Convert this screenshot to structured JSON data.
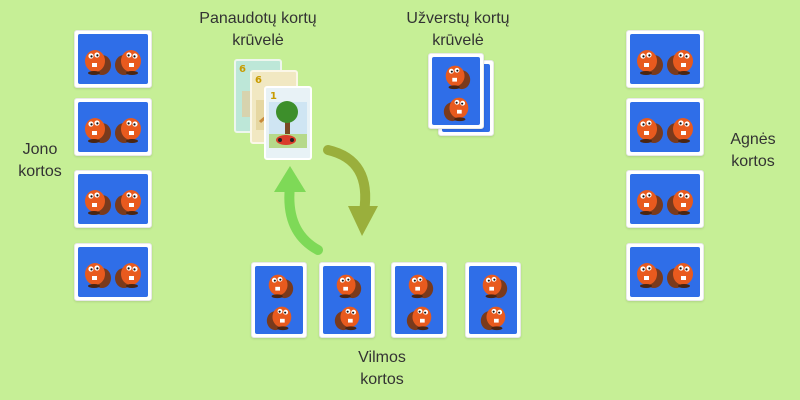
{
  "labels": {
    "discard_pile": "Panaudotų kortų\nkrūvelė",
    "draw_pile": "Užverstų kortų\nkrūvelė",
    "jonas": "Jono\nkortos",
    "agne": "Agnės\nkortos",
    "vilma": "Vilmos\nkortos"
  },
  "players": [
    {
      "id": "jonas",
      "cards": 4
    },
    {
      "id": "agne",
      "cards": 4
    },
    {
      "id": "vilma",
      "cards": 4
    }
  ],
  "discard_pile": {
    "top_card_value": "1",
    "visible_card_values": [
      "6",
      "6",
      "1"
    ]
  },
  "icons": {
    "card_back": "beaver-icon",
    "clockwise_arrow": "curved-arrow-down-icon",
    "counter_arrow": "curved-arrow-up-icon"
  },
  "colors": {
    "table": "#c6ef96",
    "card_back": "#2f6ee8",
    "beaver": "#e85a1e",
    "arrow_light": "#7ed957",
    "arrow_dark": "#9aaf3c"
  }
}
